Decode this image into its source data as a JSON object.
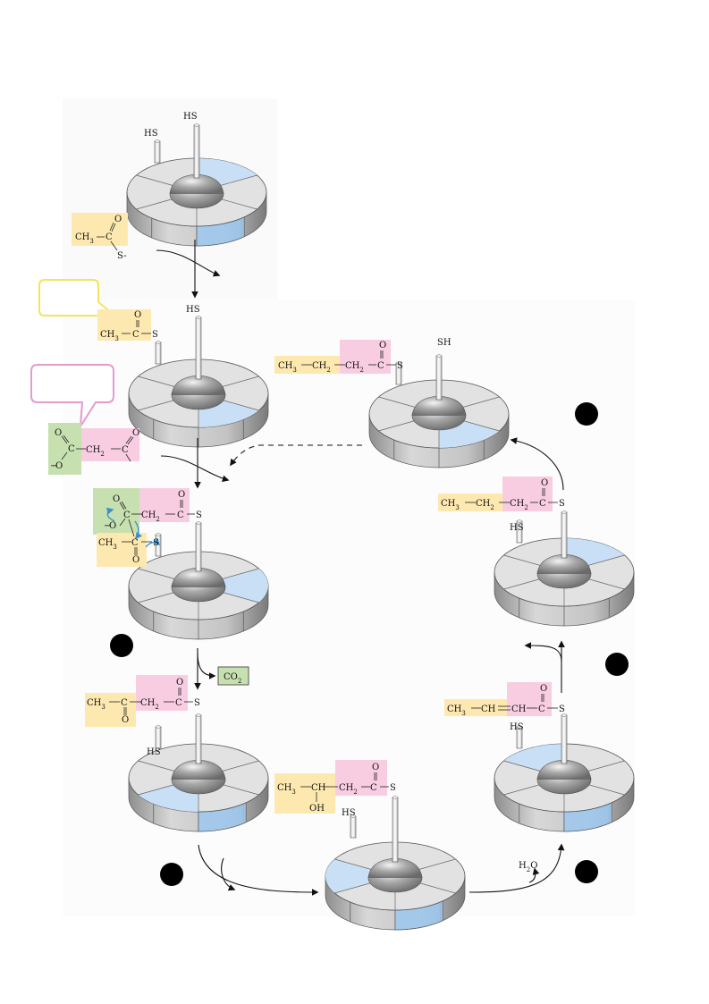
{
  "colors": {
    "acetyl_yellow": "#fde9b0",
    "malonyl_pink": "#f8cde2",
    "carboxyl_green": "#c7e0b0",
    "active_blue": "#c9dff5",
    "disk_gray": "#e2e2e2",
    "callout_yellow": "#f3e45a",
    "callout_pink": "#e59ad0",
    "marker_black": "#000000"
  },
  "labels": {
    "hs": "HS",
    "sh": "SH",
    "s": "S",
    "s_minus": "S-",
    "o": "O",
    "o_minus": "O",
    "minus": "−",
    "ch3": "CH",
    "sub3": "3",
    "ch2": "CH",
    "sub2": "2",
    "ch": "CH",
    "c": "C",
    "oh": "OH",
    "co2": "CO",
    "h2o": "H",
    "h2o_tail": "O"
  },
  "intermediates": [
    "acetyl",
    "acetyl-bound",
    "malonyl",
    "condensation",
    "acetoacetyl",
    "beta-hydroxybutyryl",
    "crotonyl",
    "butyryl",
    "butyryl-translocated"
  ],
  "icons": [
    "multienzyme-disk-icon",
    "step-marker-icon",
    "curved-arrow-icon"
  ]
}
